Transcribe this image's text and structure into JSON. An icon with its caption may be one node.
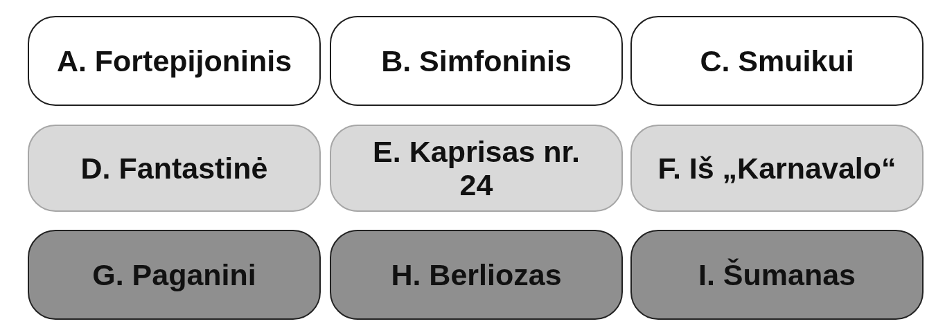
{
  "diagram": {
    "nodes": [
      {
        "text": [
          "A. Fortepijoninis"
        ]
      },
      {
        "text": [
          "B. Simfoninis"
        ]
      },
      {
        "text": [
          "C. Smuikui"
        ]
      },
      {
        "text": [
          "D. Fantastinė"
        ]
      },
      {
        "text": [
          "E. Kaprisas nr. 24"
        ]
      },
      {
        "text": [
          "F. Iš „Karnavalo“"
        ]
      },
      {
        "text": [
          "G. Paganini"
        ]
      },
      {
        "text": [
          "H. Berliozas"
        ]
      },
      {
        "text": [
          "I. Šumanas"
        ]
      }
    ]
  }
}
